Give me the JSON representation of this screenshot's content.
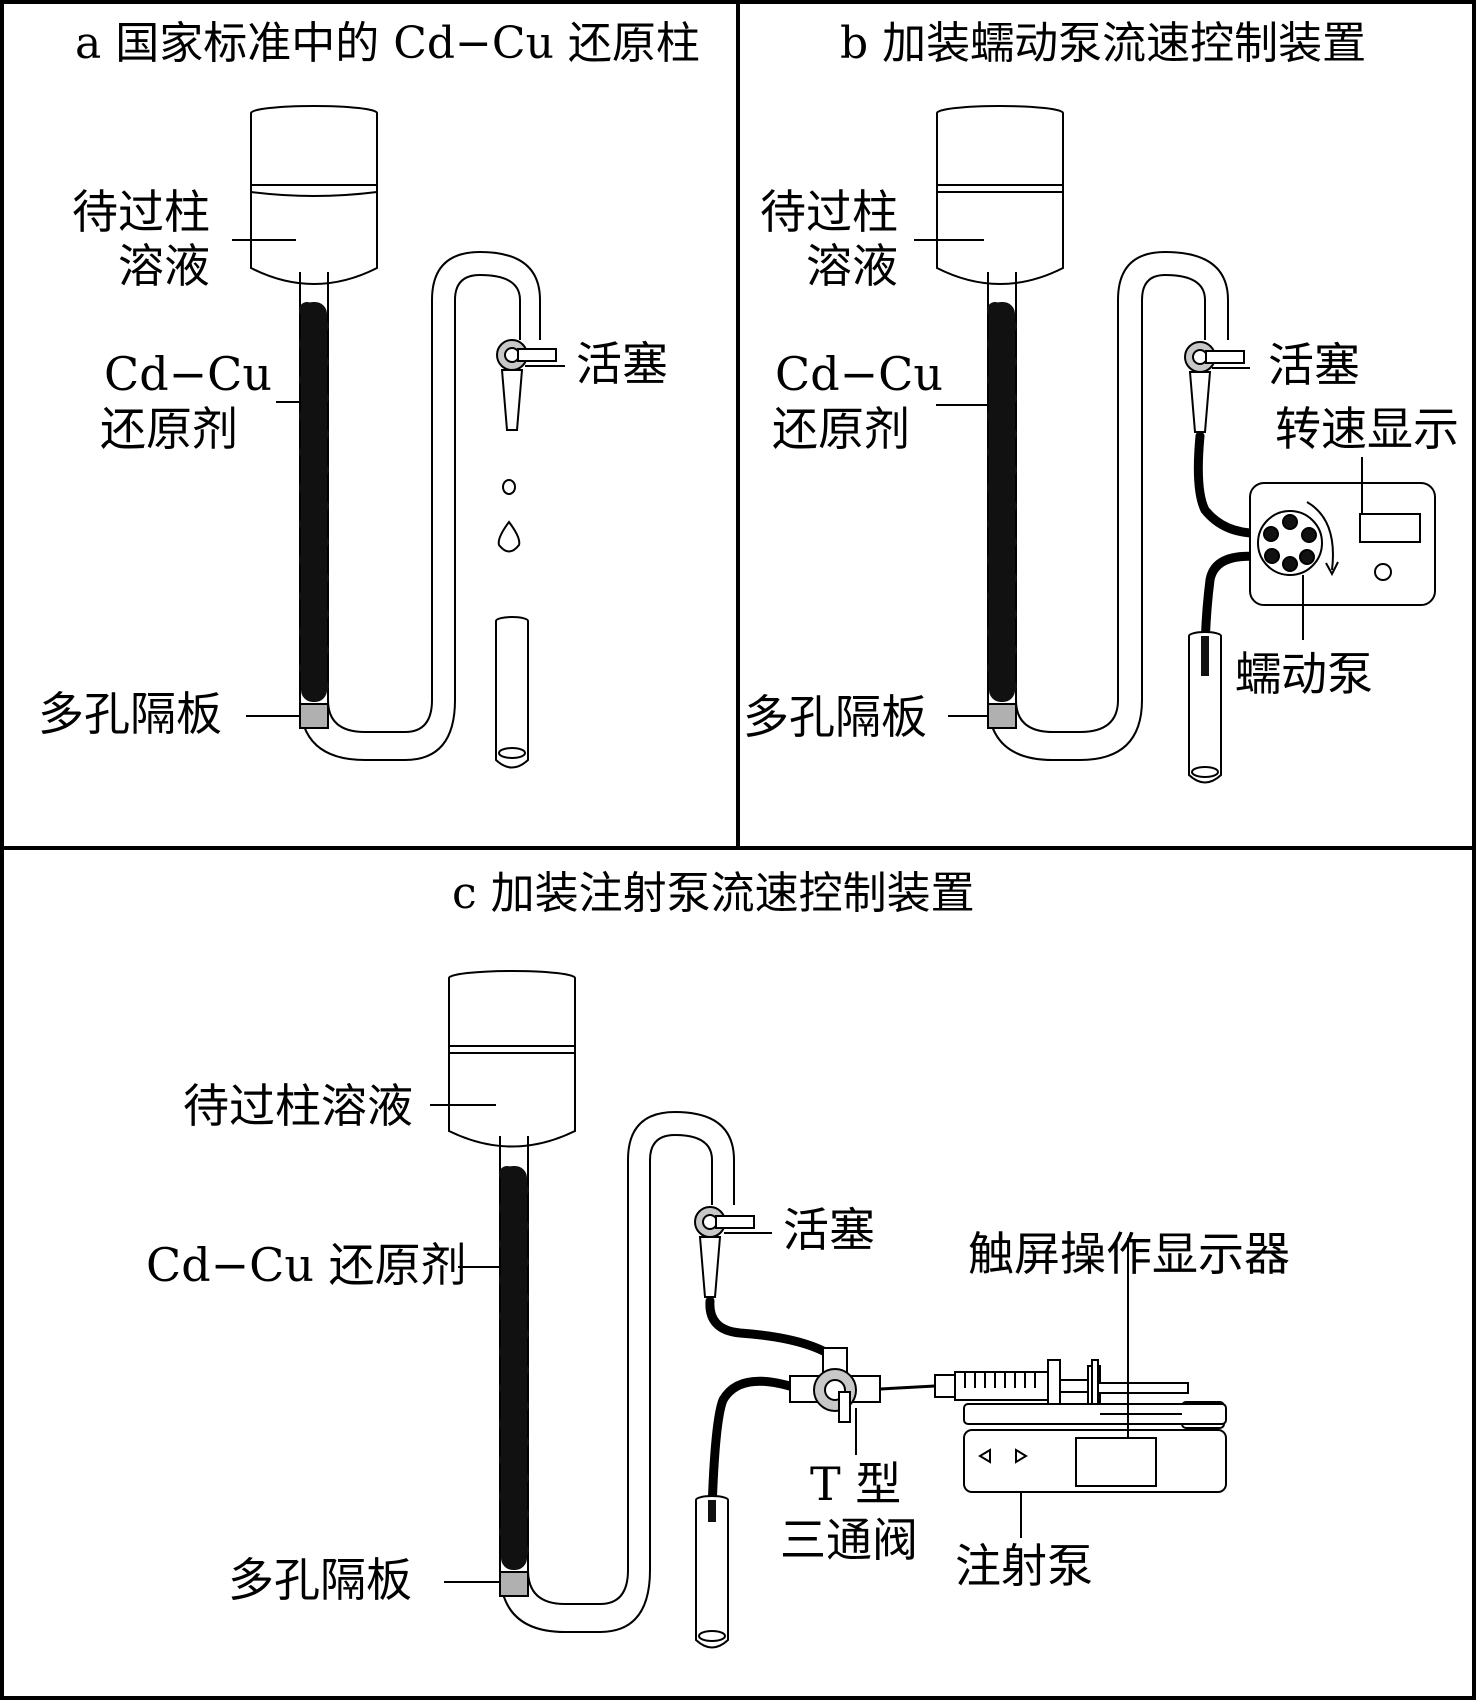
{
  "panels": {
    "a": {
      "title": "a 国家标准中的 Cd−Cu 还原柱",
      "solution": [
        "待过柱",
        "溶液"
      ],
      "reductant": [
        "Cd−Cu",
        "还原剂"
      ],
      "stopcock": "活塞",
      "plate": "多孔隔板"
    },
    "b": {
      "title": "b 加装蠕动泵流速控制装置",
      "solution": [
        "待过柱",
        "溶液"
      ],
      "reductant": [
        "Cd−Cu",
        "还原剂"
      ],
      "stopcock": "活塞",
      "speed_display": "转速显示",
      "pump": "蠕动泵",
      "plate": "多孔隔板"
    },
    "c": {
      "title": "c 加装注射泵流速控制装置",
      "solution": "待过柱溶液",
      "reductant": "Cd−Cu 还原剂",
      "stopcock": "活塞",
      "touchscreen": "触屏操作显示器",
      "valve": [
        "T 型",
        "三通阀"
      ],
      "syringe_pump": "注射泵",
      "plate": "多孔隔板"
    }
  },
  "colors": {
    "line": "#000000",
    "plate": "#b0b0b0",
    "valve": "#c8c8c8",
    "bead": "#111111"
  }
}
